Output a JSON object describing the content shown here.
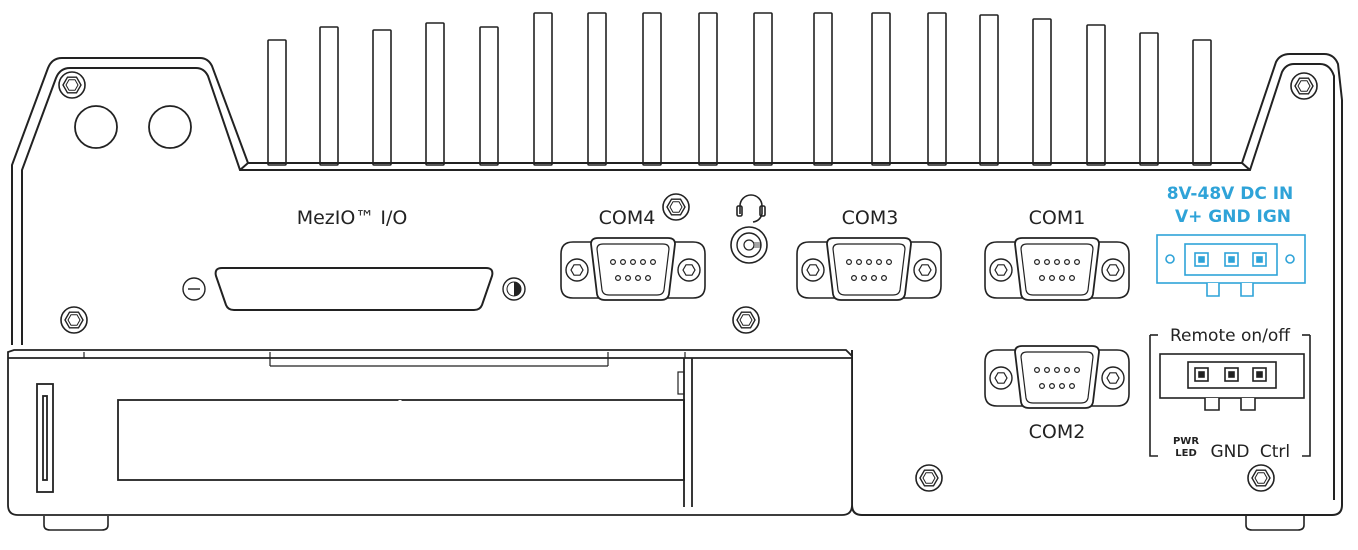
{
  "panel": {
    "mezio_label": "MezIO™ I/O",
    "com4_label": "COM4",
    "com3_label": "COM3",
    "com1_label": "COM1",
    "com2_label": "COM2",
    "dc_in": {
      "line1": "8V-48V DC IN",
      "line2": "V+ GND IGN",
      "color": "#2fa3d8"
    },
    "remote": {
      "title": "Remote on/off",
      "pwr_top": "PWR",
      "pwr_bottom": "LED",
      "gnd": "GND",
      "ctrl": "Ctrl"
    },
    "icons": [
      "heatsink-fins",
      "screw-icon",
      "headphone-icon",
      "audio-jack",
      "db9-connector",
      "db37-connector",
      "terminal-block"
    ]
  }
}
